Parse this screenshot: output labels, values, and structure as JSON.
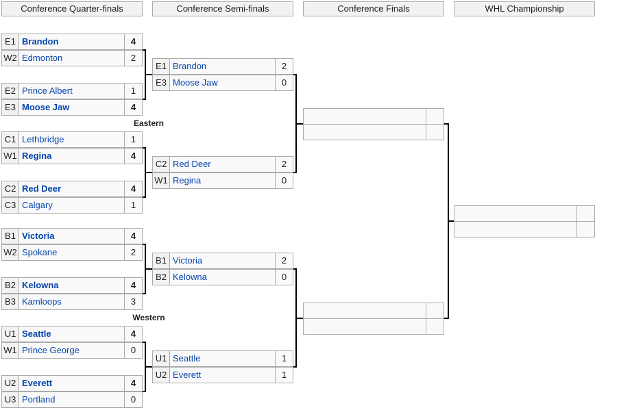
{
  "headers": [
    "Conference Quarter-finals",
    "Conference Semi-finals",
    "Conference Finals",
    "WHL Championship"
  ],
  "conferences": [
    "Eastern",
    "Western"
  ],
  "quarterfinals": [
    [
      {
        "seed": "E1",
        "team": "Brandon",
        "score": "4",
        "win": true
      },
      {
        "seed": "W2",
        "team": "Edmonton",
        "score": "2",
        "win": false
      }
    ],
    [
      {
        "seed": "E2",
        "team": "Prince Albert",
        "score": "1",
        "win": false
      },
      {
        "seed": "E3",
        "team": "Moose Jaw",
        "score": "4",
        "win": true
      }
    ],
    [
      {
        "seed": "C1",
        "team": "Lethbridge",
        "score": "1",
        "win": false
      },
      {
        "seed": "W1",
        "team": "Regina",
        "score": "4",
        "win": true
      }
    ],
    [
      {
        "seed": "C2",
        "team": "Red Deer",
        "score": "4",
        "win": true
      },
      {
        "seed": "C3",
        "team": "Calgary",
        "score": "1",
        "win": false
      }
    ],
    [
      {
        "seed": "B1",
        "team": "Victoria",
        "score": "4",
        "win": true
      },
      {
        "seed": "W2",
        "team": "Spokane",
        "score": "2",
        "win": false
      }
    ],
    [
      {
        "seed": "B2",
        "team": "Kelowna",
        "score": "4",
        "win": true
      },
      {
        "seed": "B3",
        "team": "Kamloops",
        "score": "3",
        "win": false
      }
    ],
    [
      {
        "seed": "U1",
        "team": "Seattle",
        "score": "4",
        "win": true
      },
      {
        "seed": "W1",
        "team": "Prince George",
        "score": "0",
        "win": false
      }
    ],
    [
      {
        "seed": "U2",
        "team": "Everett",
        "score": "4",
        "win": true
      },
      {
        "seed": "U3",
        "team": "Portland",
        "score": "0",
        "win": false
      }
    ]
  ],
  "semifinals": [
    [
      {
        "seed": "E1",
        "team": "Brandon",
        "score": "2",
        "win": false
      },
      {
        "seed": "E3",
        "team": "Moose Jaw",
        "score": "0",
        "win": false
      }
    ],
    [
      {
        "seed": "C2",
        "team": "Red Deer",
        "score": "2",
        "win": false
      },
      {
        "seed": "W1",
        "team": "Regina",
        "score": "0",
        "win": false
      }
    ],
    [
      {
        "seed": "B1",
        "team": "Victoria",
        "score": "2",
        "win": false
      },
      {
        "seed": "B2",
        "team": "Kelowna",
        "score": "0",
        "win": false
      }
    ],
    [
      {
        "seed": "U1",
        "team": "Seattle",
        "score": "1",
        "win": false
      },
      {
        "seed": "U2",
        "team": "Everett",
        "score": "1",
        "win": false
      }
    ]
  ]
}
